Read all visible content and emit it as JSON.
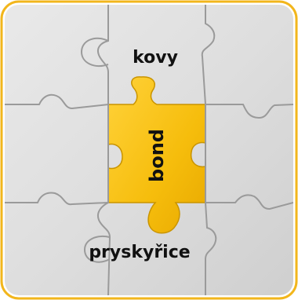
{
  "puzzle": {
    "top_label": "kovy",
    "center_label": "bond",
    "bottom_label": "pryskyřice"
  },
  "colors": {
    "border": "#f2b61c",
    "board": "#dcdcdc",
    "seam": "#9a9a9a",
    "highlight": "#f7c20e",
    "highlight_edge": "#c99400",
    "text": "#111111"
  }
}
